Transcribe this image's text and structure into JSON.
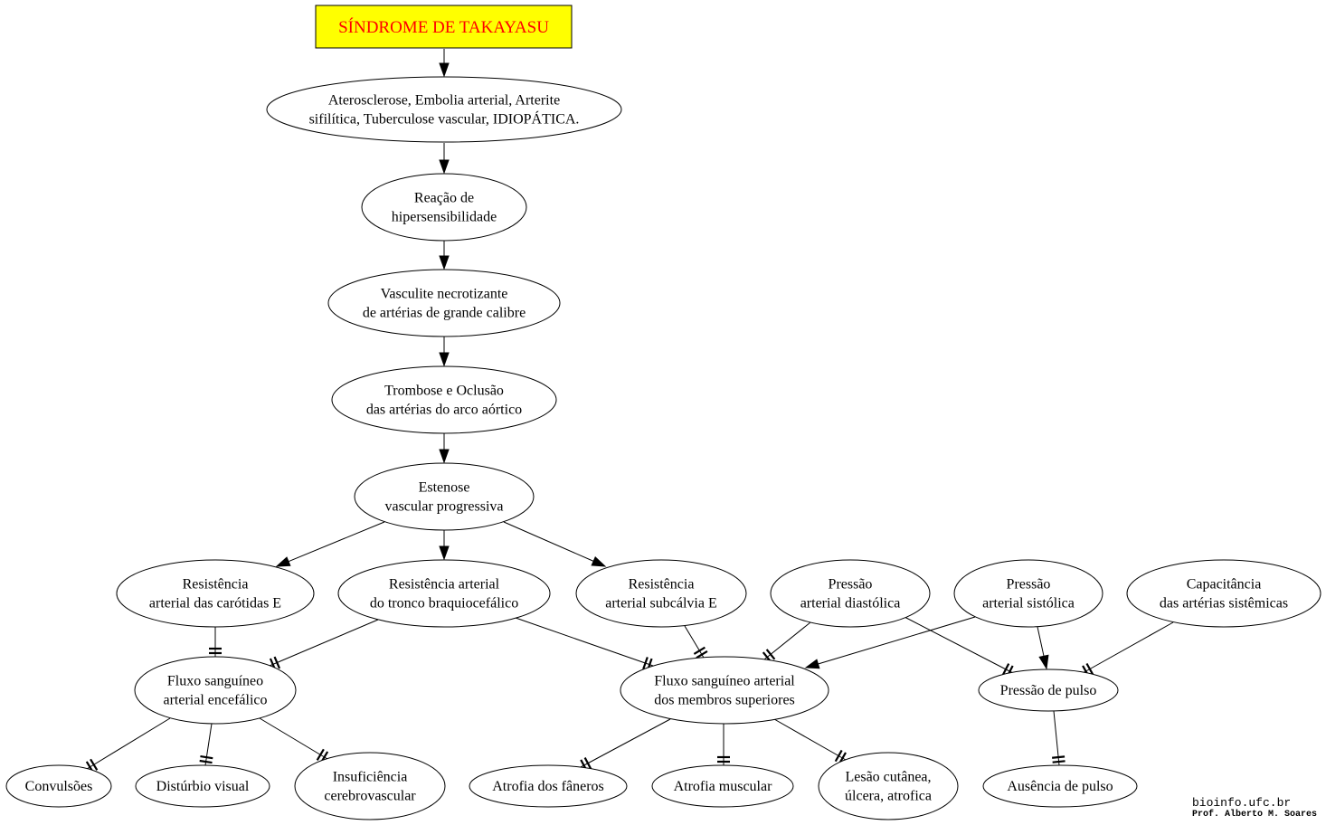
{
  "title": "SÍNDROME DE TAKAYASU",
  "colors": {
    "title_fill": "#ffff00",
    "title_text": "#ff0000",
    "stroke": "#000000"
  },
  "nodes": {
    "causes": [
      "Aterosclerose, Embolia arterial, Arterite",
      "sifilítica, Tuberculose vascular, IDIOPÁTICA."
    ],
    "hypersensitivity": [
      "Reação de",
      "hipersensibilidade"
    ],
    "vasculitis": [
      "Vasculite necrotizante",
      "de artérias de grande calibre"
    ],
    "thrombosis": [
      "Trombose e Oclusão",
      "das artérias do arco aórtico"
    ],
    "stenosis": [
      "Estenose",
      "vascular progressiva"
    ],
    "res_carotid": [
      "Resistência",
      "arterial das carótidas E"
    ],
    "res_brachio": [
      "Resistência arterial",
      "do tronco braquiocefálico"
    ],
    "res_subclavian": [
      "Resistência",
      "arterial subcálvia E"
    ],
    "diastolic": [
      "Pressão",
      "arterial diastólica"
    ],
    "systolic": [
      "Pressão",
      "arterial sistólica"
    ],
    "capacitance": [
      "Capacitância",
      "das artérias sistêmicas"
    ],
    "cerebral_flow": [
      "Fluxo sanguíneo",
      "arterial encefálico"
    ],
    "limb_flow": [
      "Fluxo sanguíneo arterial",
      "dos membros superiores"
    ],
    "pulse_pressure": [
      "Pressão de pulso"
    ],
    "seizures": [
      "Convulsões"
    ],
    "visual": [
      "Distúrbio visual"
    ],
    "cerebrovascular": [
      "Insuficiência",
      "cerebrovascular"
    ],
    "phanera_atrophy": [
      "Atrofia dos fâneros"
    ],
    "muscle_atrophy": [
      "Atrofia muscular"
    ],
    "skin_lesion": [
      "Lesão cutânea,",
      "úlcera, atrofica"
    ],
    "pulse_absence": [
      "Ausência de pulso"
    ]
  },
  "edges": [
    {
      "from": "title",
      "to": "causes",
      "type": "increase"
    },
    {
      "from": "causes",
      "to": "hypersensitivity",
      "type": "increase"
    },
    {
      "from": "hypersensitivity",
      "to": "vasculitis",
      "type": "increase"
    },
    {
      "from": "vasculitis",
      "to": "thrombosis",
      "type": "increase"
    },
    {
      "from": "thrombosis",
      "to": "stenosis",
      "type": "increase"
    },
    {
      "from": "stenosis",
      "to": "res_carotid",
      "type": "increase"
    },
    {
      "from": "stenosis",
      "to": "res_brachio",
      "type": "increase"
    },
    {
      "from": "stenosis",
      "to": "res_subclavian",
      "type": "increase"
    },
    {
      "from": "res_carotid",
      "to": "cerebral_flow",
      "type": "decrease"
    },
    {
      "from": "res_brachio",
      "to": "cerebral_flow",
      "type": "decrease"
    },
    {
      "from": "res_brachio",
      "to": "limb_flow",
      "type": "decrease"
    },
    {
      "from": "res_subclavian",
      "to": "limb_flow",
      "type": "decrease"
    },
    {
      "from": "diastolic",
      "to": "limb_flow",
      "type": "decrease"
    },
    {
      "from": "systolic",
      "to": "limb_flow",
      "type": "increase"
    },
    {
      "from": "diastolic",
      "to": "pulse_pressure",
      "type": "decrease"
    },
    {
      "from": "systolic",
      "to": "pulse_pressure",
      "type": "increase"
    },
    {
      "from": "capacitance",
      "to": "pulse_pressure",
      "type": "decrease"
    },
    {
      "from": "cerebral_flow",
      "to": "seizures",
      "type": "decrease"
    },
    {
      "from": "cerebral_flow",
      "to": "visual",
      "type": "decrease"
    },
    {
      "from": "cerebral_flow",
      "to": "cerebrovascular",
      "type": "decrease"
    },
    {
      "from": "limb_flow",
      "to": "phanera_atrophy",
      "type": "decrease"
    },
    {
      "from": "limb_flow",
      "to": "muscle_atrophy",
      "type": "decrease"
    },
    {
      "from": "limb_flow",
      "to": "skin_lesion",
      "type": "decrease"
    },
    {
      "from": "pulse_pressure",
      "to": "pulse_absence",
      "type": "decrease"
    }
  ],
  "credit": {
    "site": "bioinfo.ufc.br",
    "author": "Prof. Alberto M. Soares"
  }
}
